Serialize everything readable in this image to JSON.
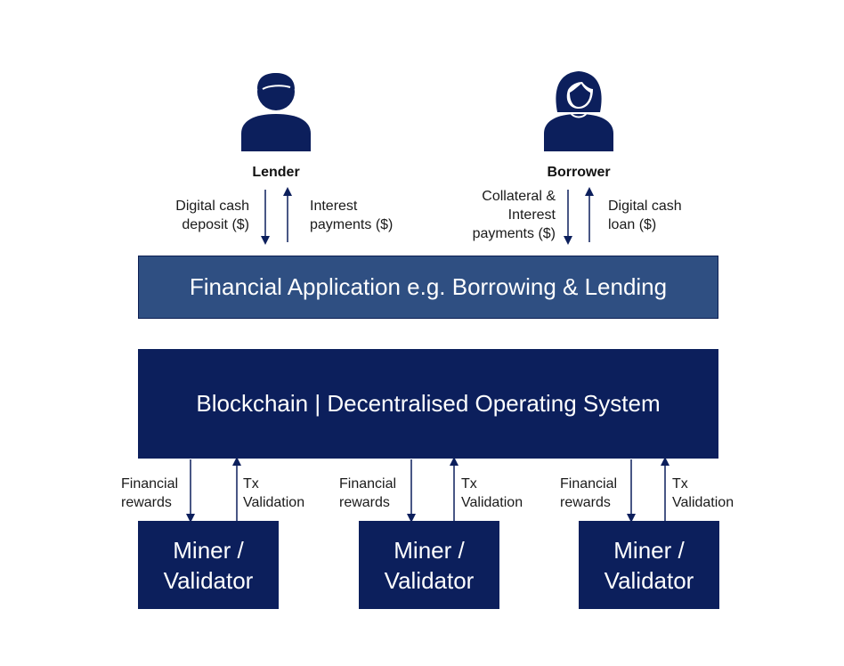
{
  "colors": {
    "navy": "#0c1f5c",
    "app_blue": "#2f4f82",
    "arrow": "#0c1f5c",
    "text": "#1a1a1a"
  },
  "lender": {
    "icon": "male-user-icon",
    "label": "Lender",
    "down_flow": "Digital cash\ndeposit ($)",
    "up_flow": "Interest\npayments ($)"
  },
  "borrower": {
    "icon": "female-user-icon",
    "label": "Borrower",
    "down_flow": "Collateral &\nInterest\npayments ($)",
    "up_flow": "Digital cash\nloan ($)"
  },
  "application_layer": {
    "label": "Financial Application e.g. Borrowing & Lending"
  },
  "blockchain_layer": {
    "label": "Blockchain | Decentralised Operating System"
  },
  "miners": [
    {
      "label": "Miner /\nValidator",
      "down_flow": "Financial\nrewards",
      "up_flow": "Tx\nValidation"
    },
    {
      "label": "Miner /\nValidator",
      "down_flow": "Financial\nrewards",
      "up_flow": "Tx\nValidation"
    },
    {
      "label": "Miner /\nValidator",
      "down_flow": "Financial\nrewards",
      "up_flow": "Tx\nValidation"
    }
  ]
}
